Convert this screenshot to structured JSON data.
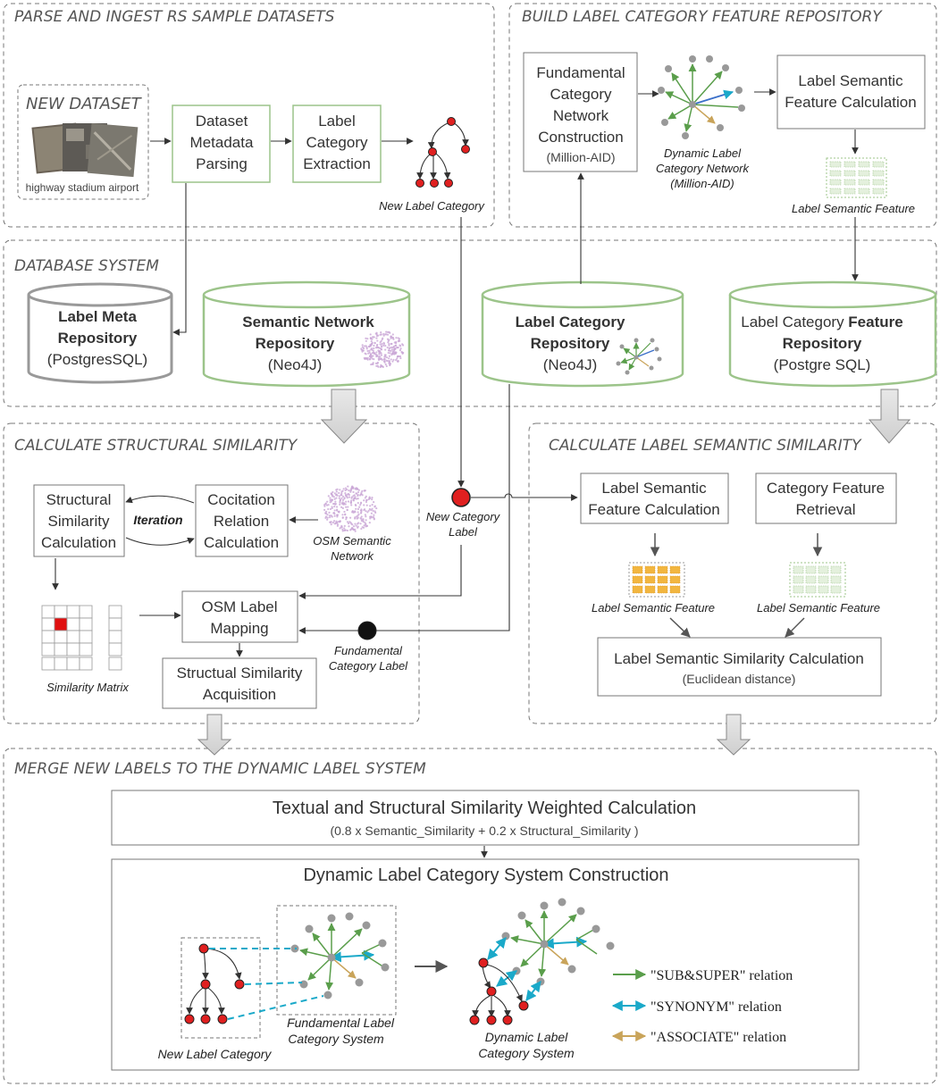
{
  "sections": {
    "parse": "PARSE AND INGEST RS SAMPLE  DATASETS",
    "build": "BUILD LABEL CATEGORY FEATURE REPOSITORY",
    "database": "DATABASE SYSTEM",
    "structural": "CALCULATE STRUCTURAL SIMILARITY",
    "semantic": "CALCULATE  LABEL SEMANTIC SIMILARITY",
    "merge": "MERGE NEW LABELS TO THE DYNAMIC LABEL SYSTEM"
  },
  "parse": {
    "new_dataset": "NEW DATASET",
    "image_caption": "highway stadium airport",
    "metadata_box": [
      "Dataset",
      "Metadata",
      "Parsing"
    ],
    "extraction_box": [
      "Label",
      "Category",
      "Extraction"
    ],
    "new_label_category": "New Label Category"
  },
  "build": {
    "fundamental_box": [
      "Fundamental",
      "Category",
      "Network",
      "Construction",
      "(Million-AID)"
    ],
    "network_caption": [
      "Dynamic Label",
      "Category Network",
      "(Million-AID)"
    ],
    "feature_calc_box": [
      "Label Semantic",
      "Feature Calculation"
    ],
    "feature_caption": "Label Semantic Feature"
  },
  "database": {
    "meta_repo": [
      "Label Meta",
      "Repository",
      "(PostgresSQL)"
    ],
    "semantic_repo": [
      "Semantic Network",
      "Repository",
      "(Neo4J)"
    ],
    "category_repo": [
      "Label Category",
      "Repository",
      "(Neo4J)"
    ],
    "feature_repo_a": "Label Category ",
    "feature_repo_b": "Feature",
    "feature_repo_rest": [
      "Repository",
      "(Postgre SQL)"
    ]
  },
  "structural": {
    "ssc_box": [
      "Structural",
      "Similarity",
      "Calculation"
    ],
    "iteration": "Iteration",
    "cocitation_box": [
      "Cocitation",
      "Relation",
      "Calculation"
    ],
    "osm_network": [
      "OSM Semantic",
      "Network"
    ],
    "new_category_label": [
      "New Category",
      "Label"
    ],
    "osm_mapping": [
      "OSM Label",
      "Mapping"
    ],
    "fundamental_label": [
      "Fundamental",
      "Category Label"
    ],
    "acquisition": [
      "Structual Similarity",
      "Acquisition"
    ],
    "matrix_caption": "Similarity Matrix"
  },
  "semantic": {
    "calc_box": [
      "Label Semantic",
      "Feature Calculation"
    ],
    "retrieval_box": [
      "Category Feature",
      "Retrieval"
    ],
    "feature_left": "Label Semantic Feature",
    "feature_right": "Label Semantic Feature",
    "similarity_box": [
      "Label Semantic Similarity Calculation",
      "(Euclidean distance)"
    ]
  },
  "merge": {
    "weighted_title": "Textual and Structural Similarity Weighted Calculation",
    "weighted_formula": "(0.8 x Semantic_Similarity + 0.2 x Structural_Similarity )",
    "system_title": "Dynamic Label Category System Construction",
    "new_label_category": "New Label Category",
    "fundamental_system": [
      "Fundamental Label",
      "Category  System"
    ],
    "dynamic_system": [
      "Dynamic Label",
      "Category System"
    ],
    "legend": [
      "\"SUB&SUPER\" relation",
      "\"SYNONYM\" relation",
      "\"ASSOCIATE\" relation"
    ]
  },
  "colors": {
    "sub_super": "#5a9e4b",
    "synonym": "#1aa9c9",
    "associate": "#c9a45a",
    "new_node": "#e02020",
    "box_green": "#9cc48a"
  }
}
